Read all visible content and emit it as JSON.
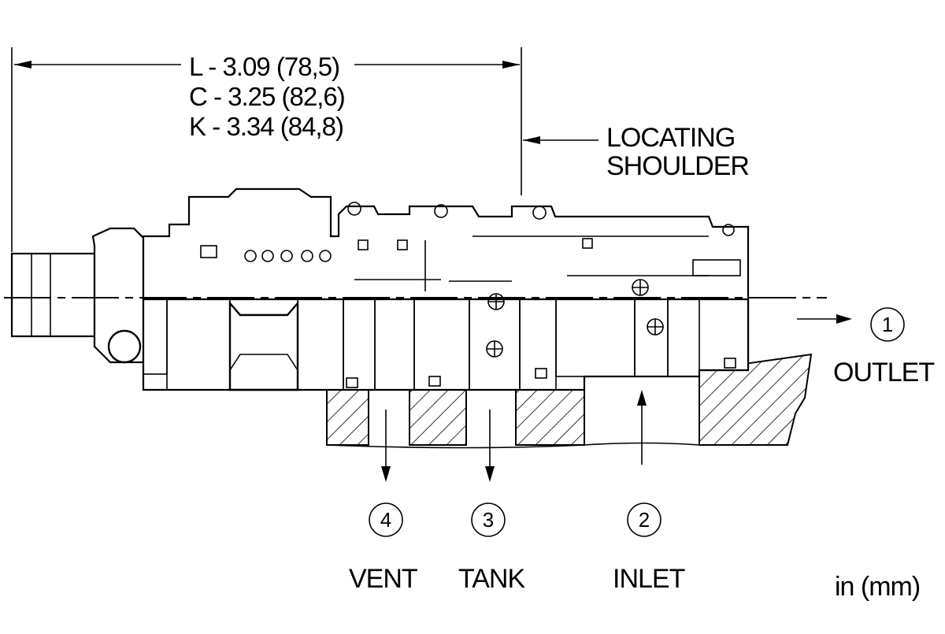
{
  "dimensions": {
    "line1": "L - 3.09 (78,5)",
    "line2": "C - 3.25 (82,6)",
    "line3": "K - 3.34 (84,8)"
  },
  "callouts": {
    "locating_line1": "LOCATING",
    "locating_line2": "SHOULDER"
  },
  "ports": [
    {
      "number": "1",
      "name": "OUTLET"
    },
    {
      "number": "2",
      "name": "INLET"
    },
    {
      "number": "3",
      "name": "TANK"
    },
    {
      "number": "4",
      "name": "VENT"
    }
  ],
  "units": "in (mm)"
}
